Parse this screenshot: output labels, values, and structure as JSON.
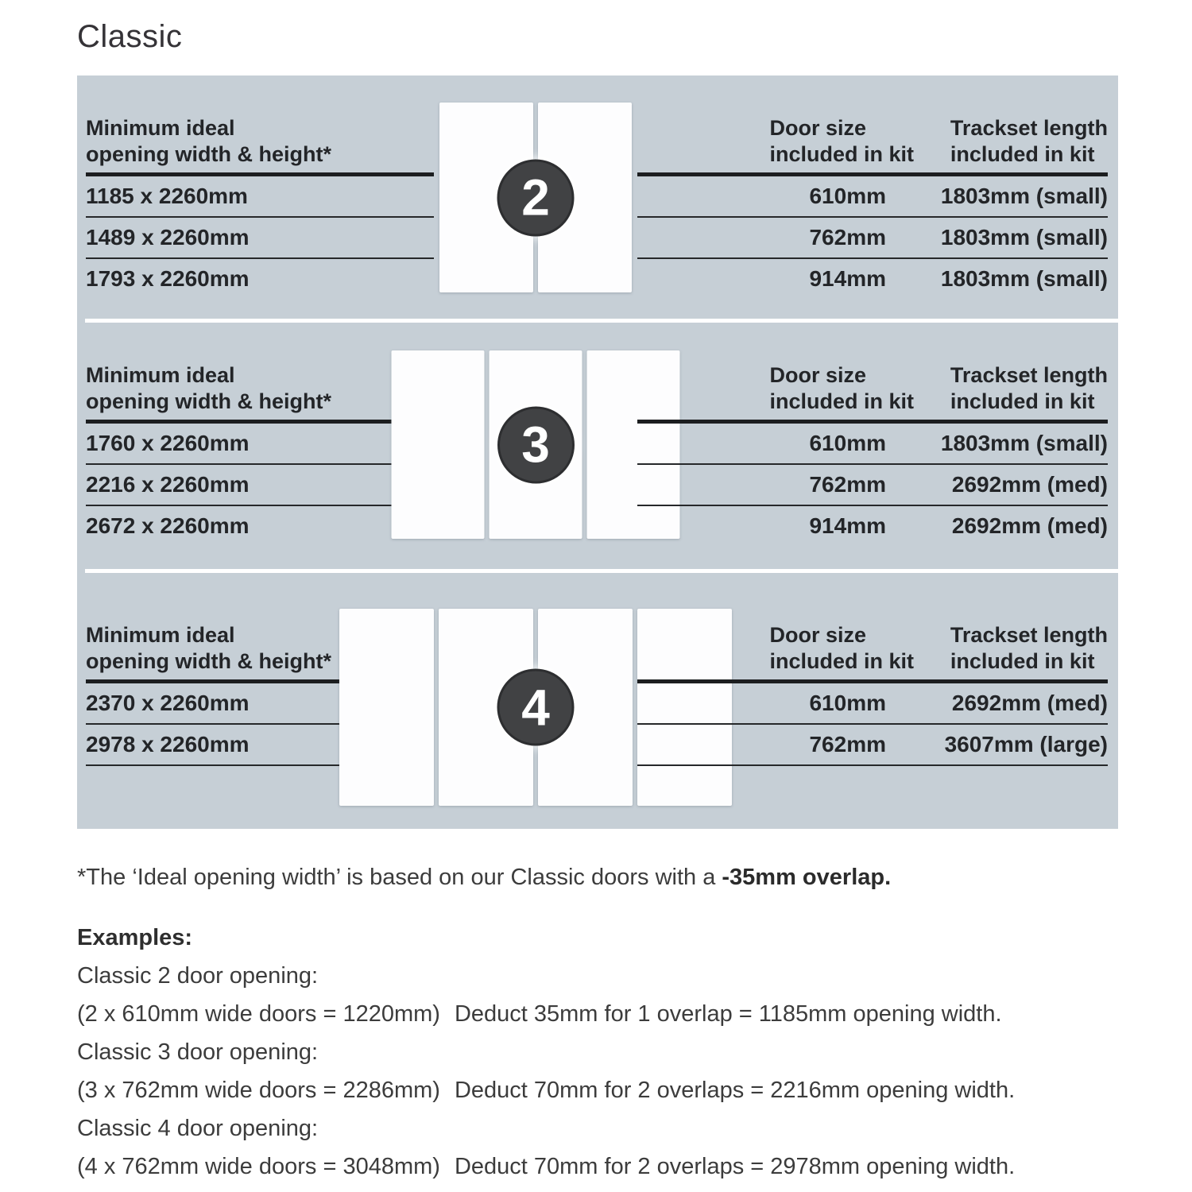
{
  "page": {
    "title": "Classic"
  },
  "colors": {
    "panel_bg": "#c6cfd6",
    "door_panel": "#fdfdfe",
    "badge_bg": "#414244",
    "rule_dark": "#1c1e20",
    "text_dark": "#232528"
  },
  "sections": [
    {
      "badge": "2",
      "left_header": {
        "line1": "Minimum ideal",
        "line2": "opening width & height*"
      },
      "col_door": {
        "line1": "Door size",
        "line2": "included in kit"
      },
      "col_track": {
        "line1": "Trackset length",
        "line2": "included in kit"
      },
      "rows": [
        {
          "opening": "1185 x 2260mm",
          "door": "610mm",
          "track": "1803mm (small)"
        },
        {
          "opening": "1489 x 2260mm",
          "door": "762mm",
          "track": "1803mm (small)"
        },
        {
          "opening": "1793 x 2260mm",
          "door": "914mm",
          "track": "1803mm (small)"
        }
      ]
    },
    {
      "badge": "3",
      "left_header": {
        "line1": "Minimum ideal",
        "line2": "opening width & height*"
      },
      "col_door": {
        "line1": "Door size",
        "line2": "included in kit"
      },
      "col_track": {
        "line1": "Trackset length",
        "line2": "included in kit"
      },
      "rows": [
        {
          "opening": "1760 x 2260mm",
          "door": "610mm",
          "track": "1803mm (small)"
        },
        {
          "opening": "2216 x 2260mm",
          "door": "762mm",
          "track": "2692mm (med)"
        },
        {
          "opening": "2672 x 2260mm",
          "door": "914mm",
          "track": "2692mm (med)"
        }
      ]
    },
    {
      "badge": "4",
      "left_header": {
        "line1": "Minimum ideal",
        "line2": "opening width & height*"
      },
      "col_door": {
        "line1": "Door size",
        "line2": "included in kit"
      },
      "col_track": {
        "line1": "Trackset length",
        "line2": "included in kit"
      },
      "rows": [
        {
          "opening": "2370 x 2260mm",
          "door": "610mm",
          "track": "2692mm (med)"
        },
        {
          "opening": "2978 x 2260mm",
          "door": "762mm",
          "track": "3607mm (large)"
        }
      ]
    }
  ],
  "footnote": {
    "text": "*The ‘Ideal opening width’ is based on our Classic doors with a ",
    "bold": "-35mm overlap."
  },
  "examples": {
    "heading": "Examples:",
    "items": [
      {
        "label": "Classic 2 door opening:",
        "calc": "(2 x 610mm wide doors = 1220mm)",
        "result": "Deduct 35mm for 1 overlap = 1185mm opening width."
      },
      {
        "label": "Classic 3 door opening:",
        "calc": "(3 x 762mm wide doors = 2286mm)",
        "result": "Deduct 70mm for 2 overlaps = 2216mm opening width."
      },
      {
        "label": "Classic 4 door opening:",
        "calc": "(4 x 762mm wide doors = 3048mm)",
        "result": "Deduct 70mm for 2 overlaps = 2978mm opening width."
      }
    ]
  }
}
